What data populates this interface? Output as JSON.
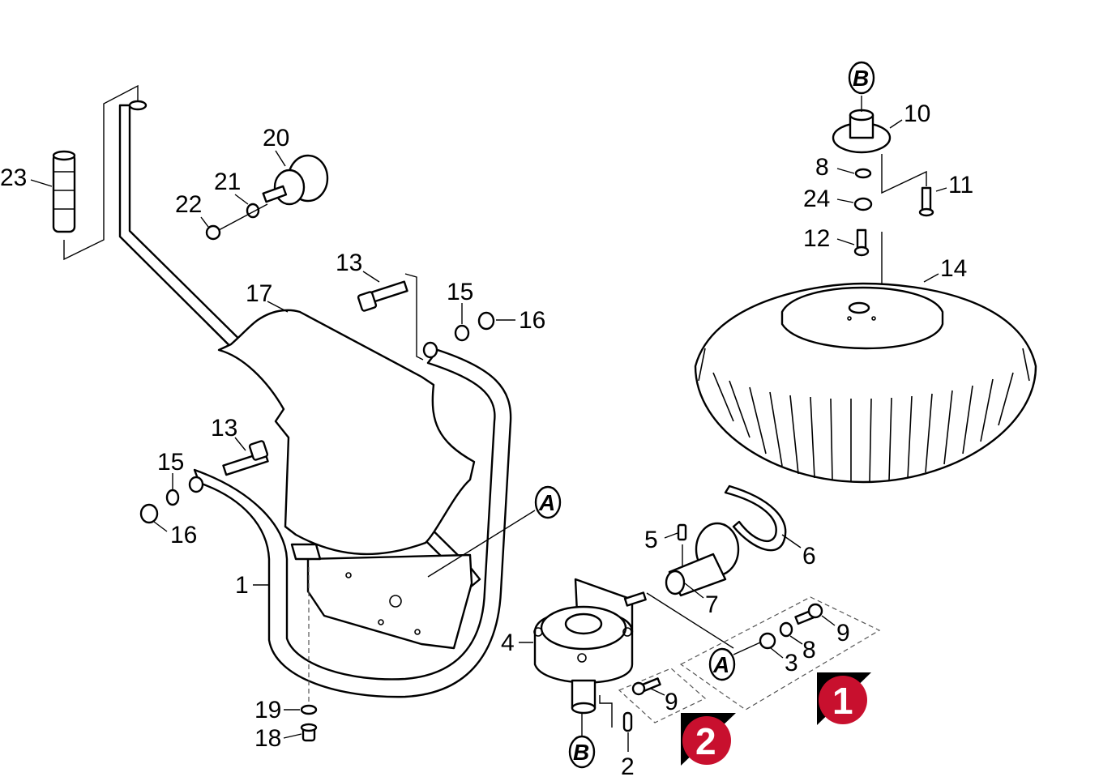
{
  "diagram": {
    "part_labels": [
      "23",
      "20",
      "21",
      "22",
      "13",
      "17",
      "15",
      "16",
      "13",
      "15",
      "16",
      "1",
      "19",
      "18",
      "10",
      "8",
      "11",
      "24",
      "12",
      "14",
      "5",
      "6",
      "7",
      "4",
      "9",
      "8",
      "3",
      "9",
      "2"
    ],
    "references": [
      "A",
      "A",
      "B",
      "B"
    ],
    "badges": [
      "1",
      "2"
    ],
    "colors": {
      "badge": "#c8102e",
      "line": "#000000",
      "background": "#ffffff"
    }
  }
}
